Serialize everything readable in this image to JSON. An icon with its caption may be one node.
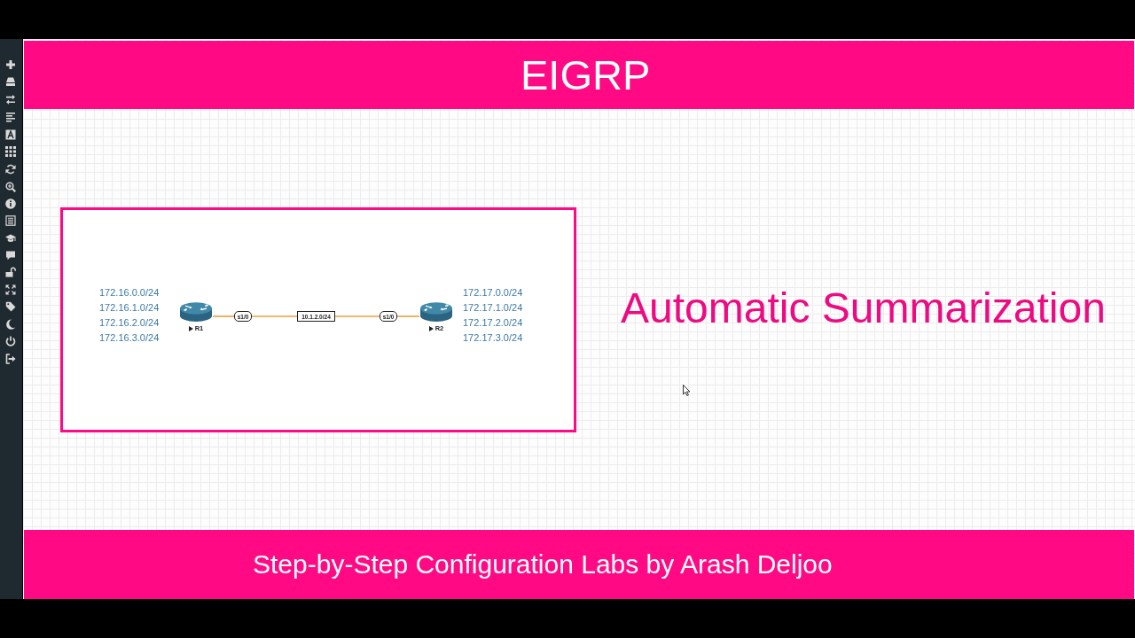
{
  "diagram": {
    "title": "EIGRP",
    "caption": "Step-by-Step Configuration Labs by Arash Deljoo",
    "nodes": [
      {
        "text": [],
        "shape": "box"
      },
      {
        "text": [
          "R1"
        ],
        "in": 0,
        "beside": [
          "172.16.0.0/24",
          "172.16.1.0/24",
          "172.16.2.0/24",
          "172.16.3.0/24"
        ]
      },
      {
        "text": [
          "s1/0"
        ],
        "in": 0
      },
      {
        "text": [
          "10.1.2.0/24"
        ],
        "in": 0
      },
      {
        "text": [
          "s1/0"
        ],
        "in": 0
      },
      {
        "text": [
          "R2"
        ],
        "in": 0,
        "beside": [
          "172.17.0.0/24",
          "172.17.1.0/24",
          "172.17.2.0/24",
          "172.17.3.0/24"
        ]
      }
    ],
    "edges": [
      {
        "from": 1,
        "to": 2,
        "arrow": "none"
      },
      {
        "from": 2,
        "to": 3,
        "arrow": "none"
      },
      {
        "from": 3,
        "to": 4,
        "arrow": "none"
      },
      {
        "from": 4,
        "to": 5,
        "arrow": "none"
      }
    ],
    "labels": [
      "Automatic Summarization"
    ]
  }
}
